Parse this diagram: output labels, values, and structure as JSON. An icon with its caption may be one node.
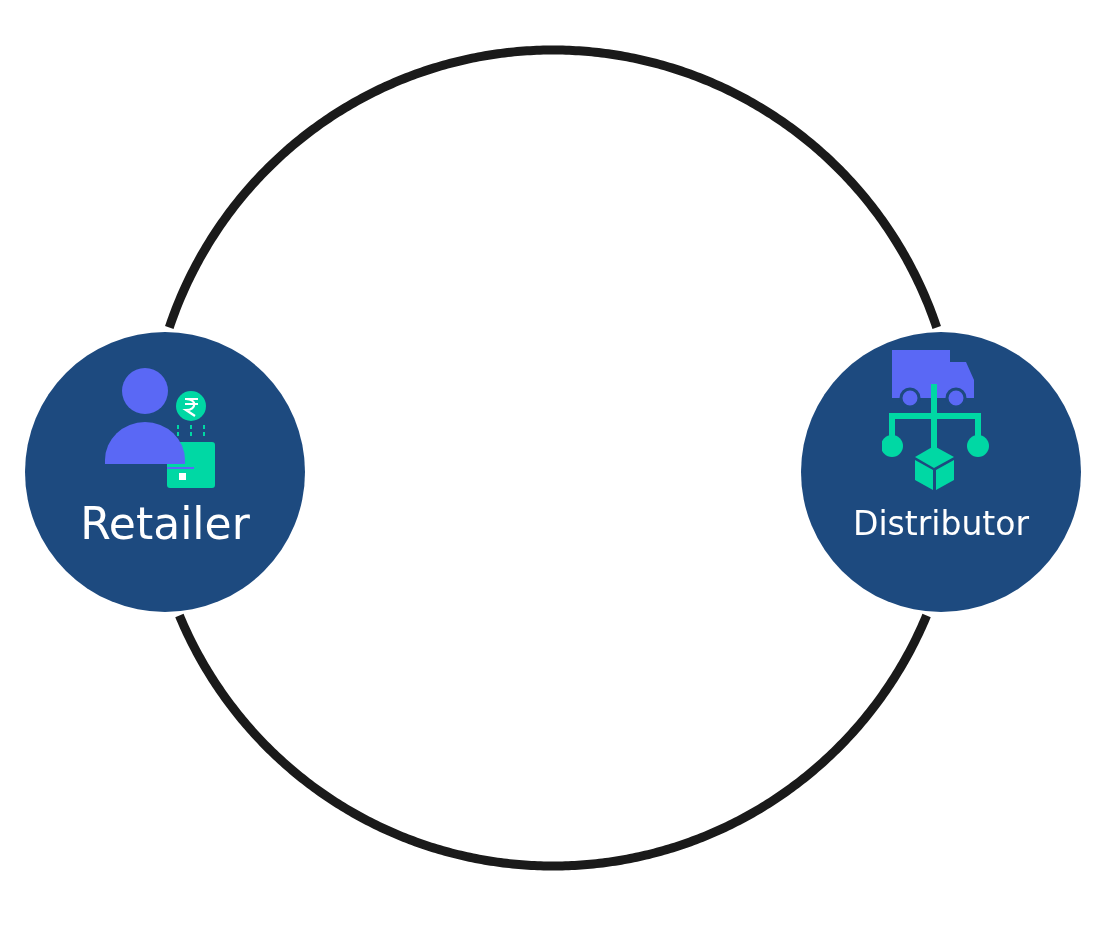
{
  "diagram": {
    "nodes": [
      {
        "text": [
          "Retailer"
        ]
      },
      {
        "text": [
          "Distributor"
        ]
      }
    ],
    "edges": [
      {
        "from": 0,
        "to": 1,
        "arrow": "none"
      },
      {
        "from": 0,
        "to": 1,
        "arrow": "none"
      }
    ]
  }
}
